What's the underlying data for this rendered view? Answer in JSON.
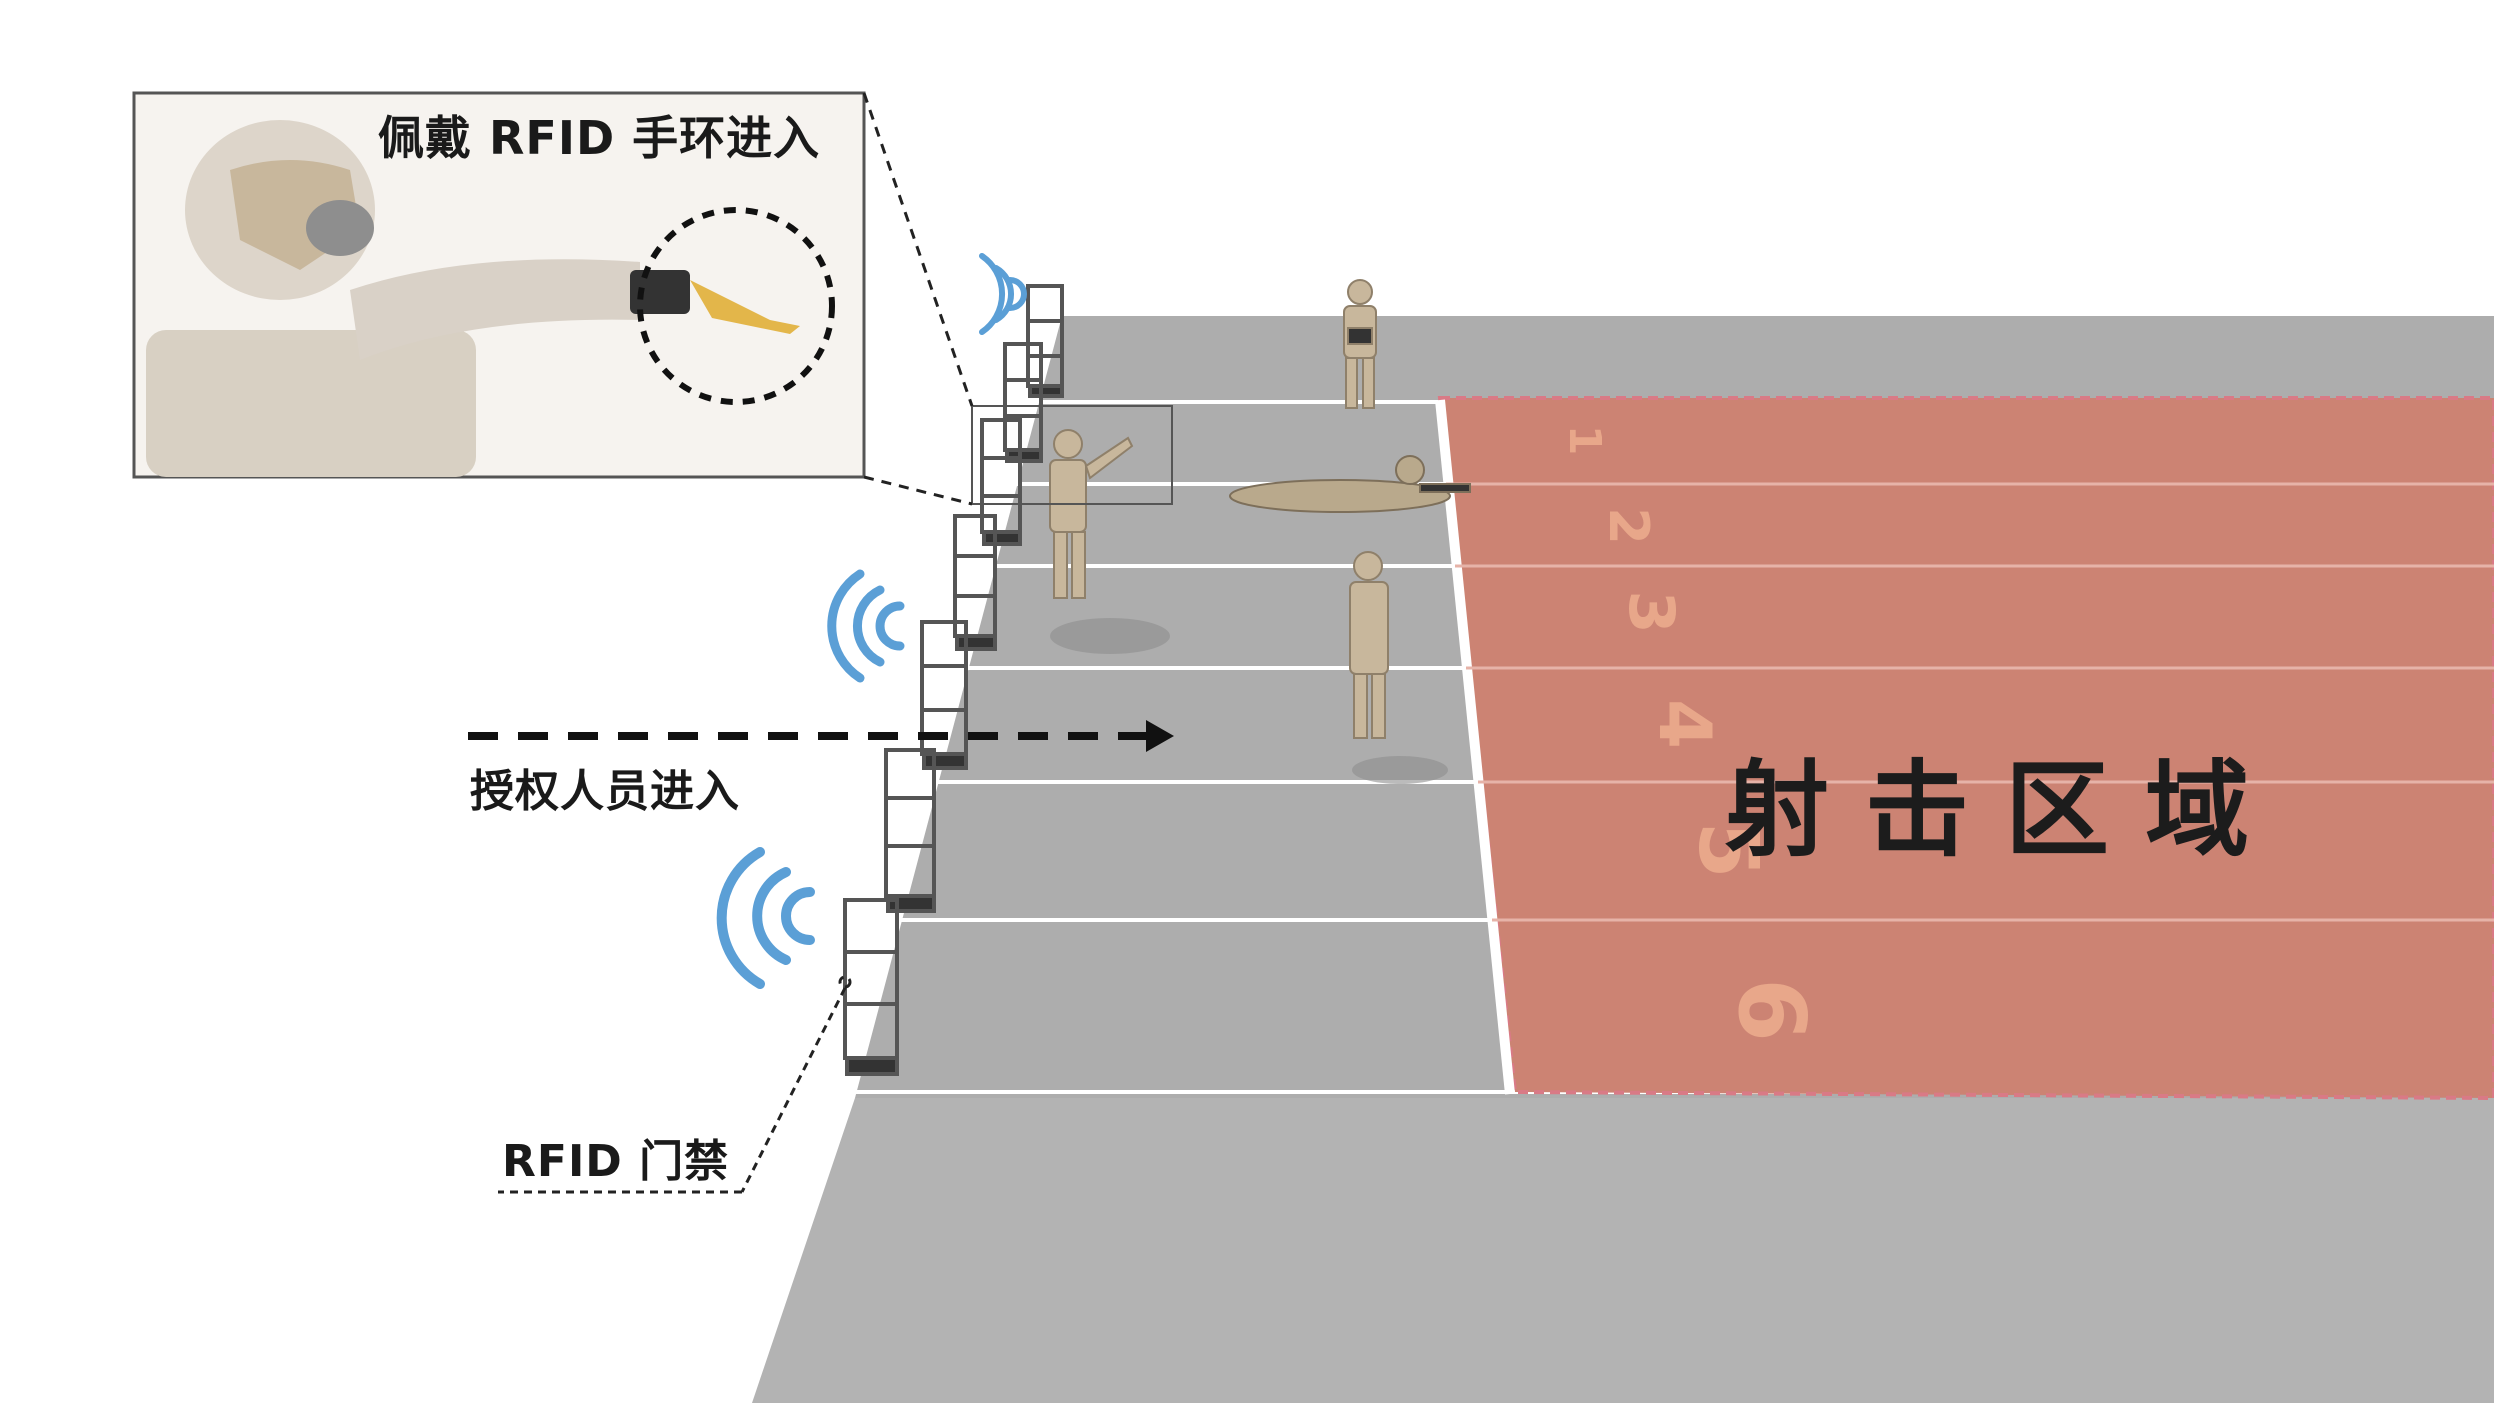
{
  "labels": {
    "wristband_entry": "佩戴 RFID 手环进入",
    "authorized_entry": "授权人员进入",
    "rfid_gate": "RFID 门禁",
    "shooting_zone": "射击区域"
  },
  "lanes": [
    "1",
    "2",
    "3",
    "4",
    "5",
    "6"
  ],
  "colors": {
    "floor": "#b3b3b3",
    "walkway": "#adadad",
    "range_zone": "#cc8373",
    "range_border": "#d97a86",
    "lane_number": "#e8a78a",
    "signal": "#5b9fd6",
    "gate": "#555555",
    "uniform": "#c8b79c",
    "text": "#1a1a1a"
  },
  "icons": [
    "wifi-signal-icon",
    "rfid-gate-icon",
    "soldier-figure-icon",
    "arrow-right-icon"
  ]
}
